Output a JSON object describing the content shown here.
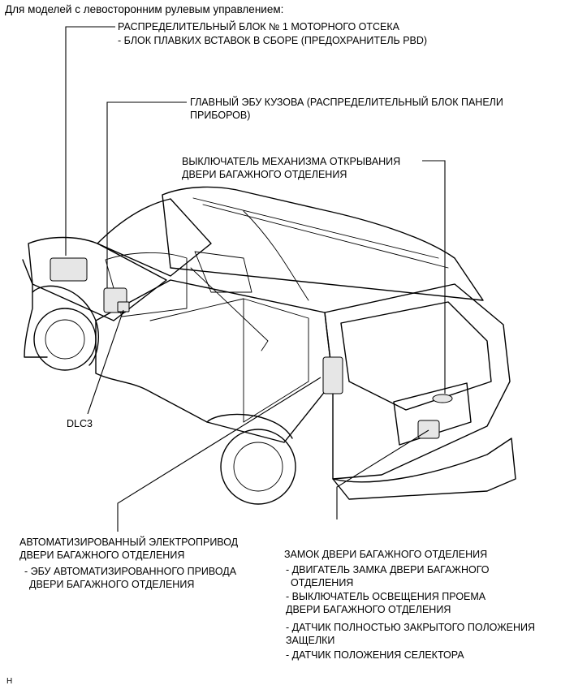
{
  "heading": "Для моделей с левосторонним рулевым управлением:",
  "labels": {
    "fuse_block_line1": "РАСПРЕДЕЛИТЕЛЬНЫЙ БЛОК № 1 МОТОРНОГО ОТСЕКА",
    "fuse_block_line2": "- БЛОК ПЛАВКИХ ВСТАВОК В СБОРЕ (ПРЕДОХРАНИТЕЛЬ PBD)",
    "main_body_ecu_line1": "ГЛАВНЫЙ ЭБУ КУЗОВА (РАСПРЕДЕЛИТЕЛЬНЫЙ БЛОК ПАНЕЛИ",
    "main_body_ecu_line2": "ПРИБОРОВ)",
    "back_door_opener_switch_line1": "ВЫКЛЮЧАТЕЛЬ МЕХАНИЗМА ОТКРЫВАНИЯ",
    "back_door_opener_switch_line2": "ДВЕРИ БАГАЖНОГО ОТДЕЛЕНИЯ",
    "dlc3": "DLC3",
    "power_back_door_unit_line1": "АВТОМАТИЗИРОВАННЫЙ ЭЛЕКТРОПРИВОД",
    "power_back_door_unit_line2": "ДВЕРИ БАГАЖНОГО ОТДЕЛЕНИЯ",
    "power_back_door_ecu_line1": "- ЭБУ АВТОМАТИЗИРОВАННОГО ПРИВОДА",
    "power_back_door_ecu_line2": "ДВЕРИ БАГАЖНОГО ОТДЕЛЕНИЯ",
    "back_door_lock_line1": "ЗАМОК ДВЕРИ БАГАЖНОГО ОТДЕЛЕНИЯ",
    "lock_motor_line1": "- ДВИГАТЕЛЬ ЗАМКА ДВЕРИ БАГАЖНОГО",
    "lock_motor_line2": "ОТДЕЛЕНИЯ",
    "courtesy_switch_line1": "- ВЫКЛЮЧАТЕЛЬ ОСВЕЩЕНИЯ ПРОЕМА",
    "courtesy_switch_line2": "ДВЕРИ БАГАЖНОГО ОТДЕЛЕНИЯ",
    "full_closed_sensor_line1": "- ДАТЧИК ПОЛНОСТЬЮ ЗАКРЫТОГО ПОЛОЖЕНИЯ",
    "full_closed_sensor_line2": "ЗАЩЕЛКИ",
    "selector_position_sensor": "- ДАТЧИК ПОЛОЖЕНИЯ СЕЛЕКТОРА",
    "footer_mark": "H"
  }
}
